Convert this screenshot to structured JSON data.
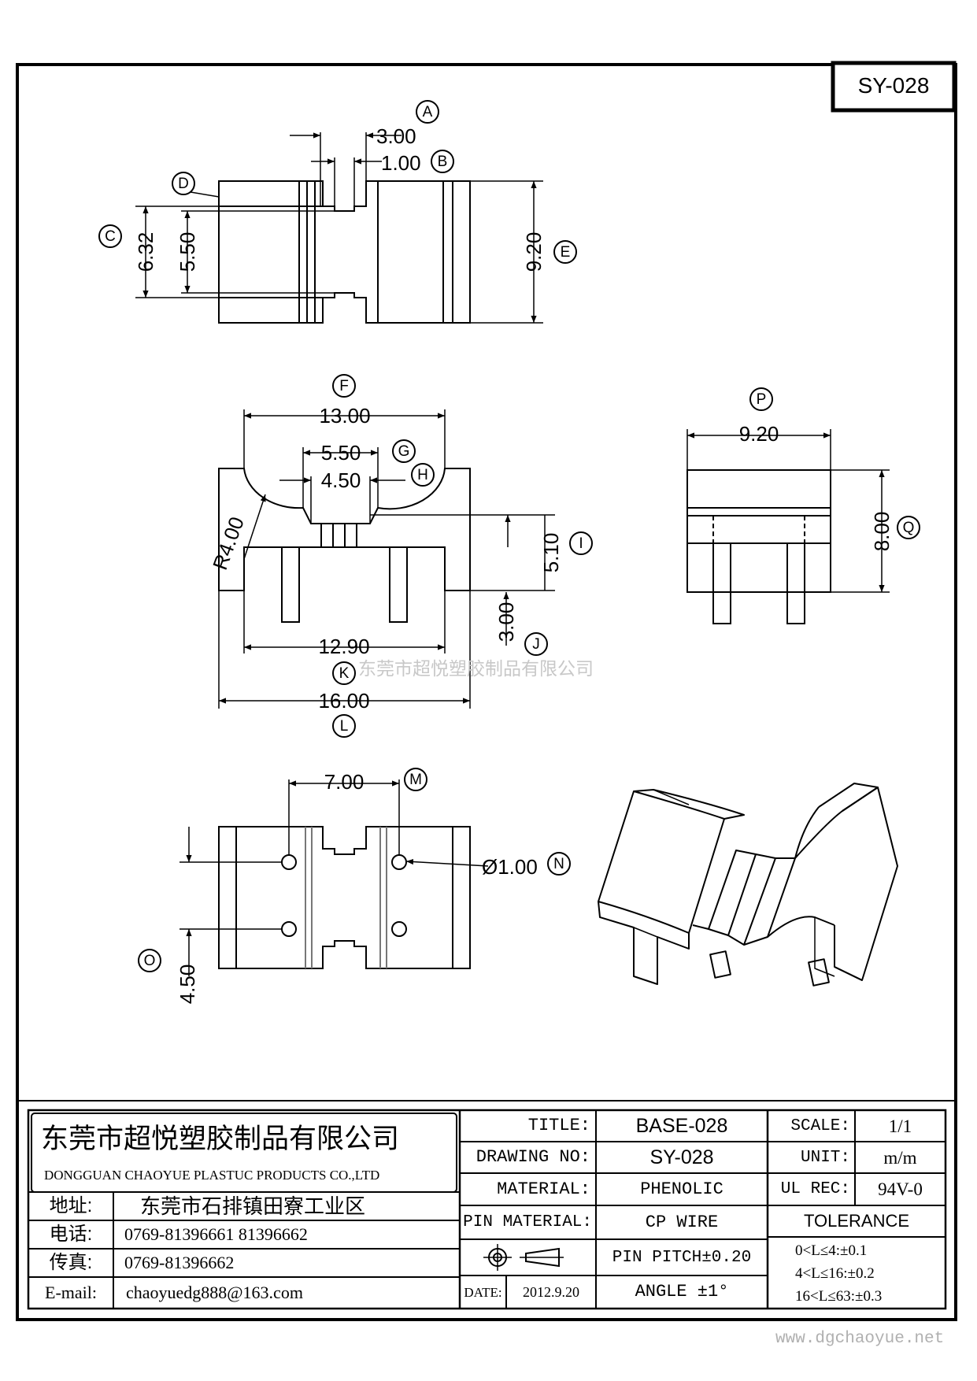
{
  "part_code": "SY-028",
  "watermark": "东莞市超悦塑胶制品有限公司",
  "site_url": "www.dgchaoyue.net",
  "dimensions": {
    "top_pin_gap": "3.00",
    "top_slot": "1.00",
    "top_inner_height": "5.50",
    "top_outer_height": "6.32",
    "top_total_height": "9.20",
    "front_arc_width": "13.00",
    "front_slot_outer": "5.50",
    "front_slot_inner": "4.50",
    "front_radius": "R4.00",
    "front_center_height": "5.10",
    "front_pin_length": "3.00",
    "front_pin_span": "12.90",
    "front_total_width": "16.00",
    "side_width": "9.20",
    "side_height": "8.00",
    "bottom_pin_pitch": "7.00",
    "bottom_hole_dia": "Ø1.00",
    "bottom_row_pitch": "4.50"
  },
  "callouts": {
    "A": "A",
    "B": "B",
    "C": "C",
    "D": "D",
    "E": "E",
    "F": "F",
    "G": "G",
    "H": "H",
    "I": "I",
    "J": "J",
    "K": "K",
    "L": "L",
    "M": "M",
    "N": "N",
    "O": "O",
    "P": "P",
    "Q": "Q"
  },
  "title_block": {
    "company_cn": "东莞市超悦塑胶制品有限公司",
    "company_en": "DONGGUAN CHAOYUE PLASTUC PRODUCTS CO.,LTD",
    "address_label": "地址:",
    "address": "东莞市石排镇田寮工业区",
    "phone_label": "电话:",
    "phone": "0769-81396661 81396662",
    "fax_label": "传真:",
    "fax": "0769-81396662",
    "email_label": "E-mail:",
    "email": "chaoyuedg888@163.com",
    "title_label": "TITLE:",
    "title_value": "BASE-028",
    "drawing_no_label": "DRAWING NO:",
    "drawing_no_value": "SY-028",
    "material_label": "MATERIAL:",
    "material_value": "PHENOLIC",
    "pin_material_label": "PIN MATERIAL:",
    "pin_material_value": "CP WIRE",
    "pin_pitch": "PIN PITCH±0.20",
    "angle": "ANGLE ±1°",
    "date_label": "DATE:",
    "date_value": "2012.9.20",
    "scale_label": "SCALE:",
    "scale_value": "1/1",
    "unit_label": "UNIT:",
    "unit_value": "m/m",
    "ul_label": "UL REC:",
    "ul_value": "94V-0",
    "tolerance_label": "TOLERANCE",
    "tolerance_1": "0<L≤4:±0.1",
    "tolerance_2": "4<L≤16:±0.2",
    "tolerance_3": "16<L≤63:±0.3"
  }
}
